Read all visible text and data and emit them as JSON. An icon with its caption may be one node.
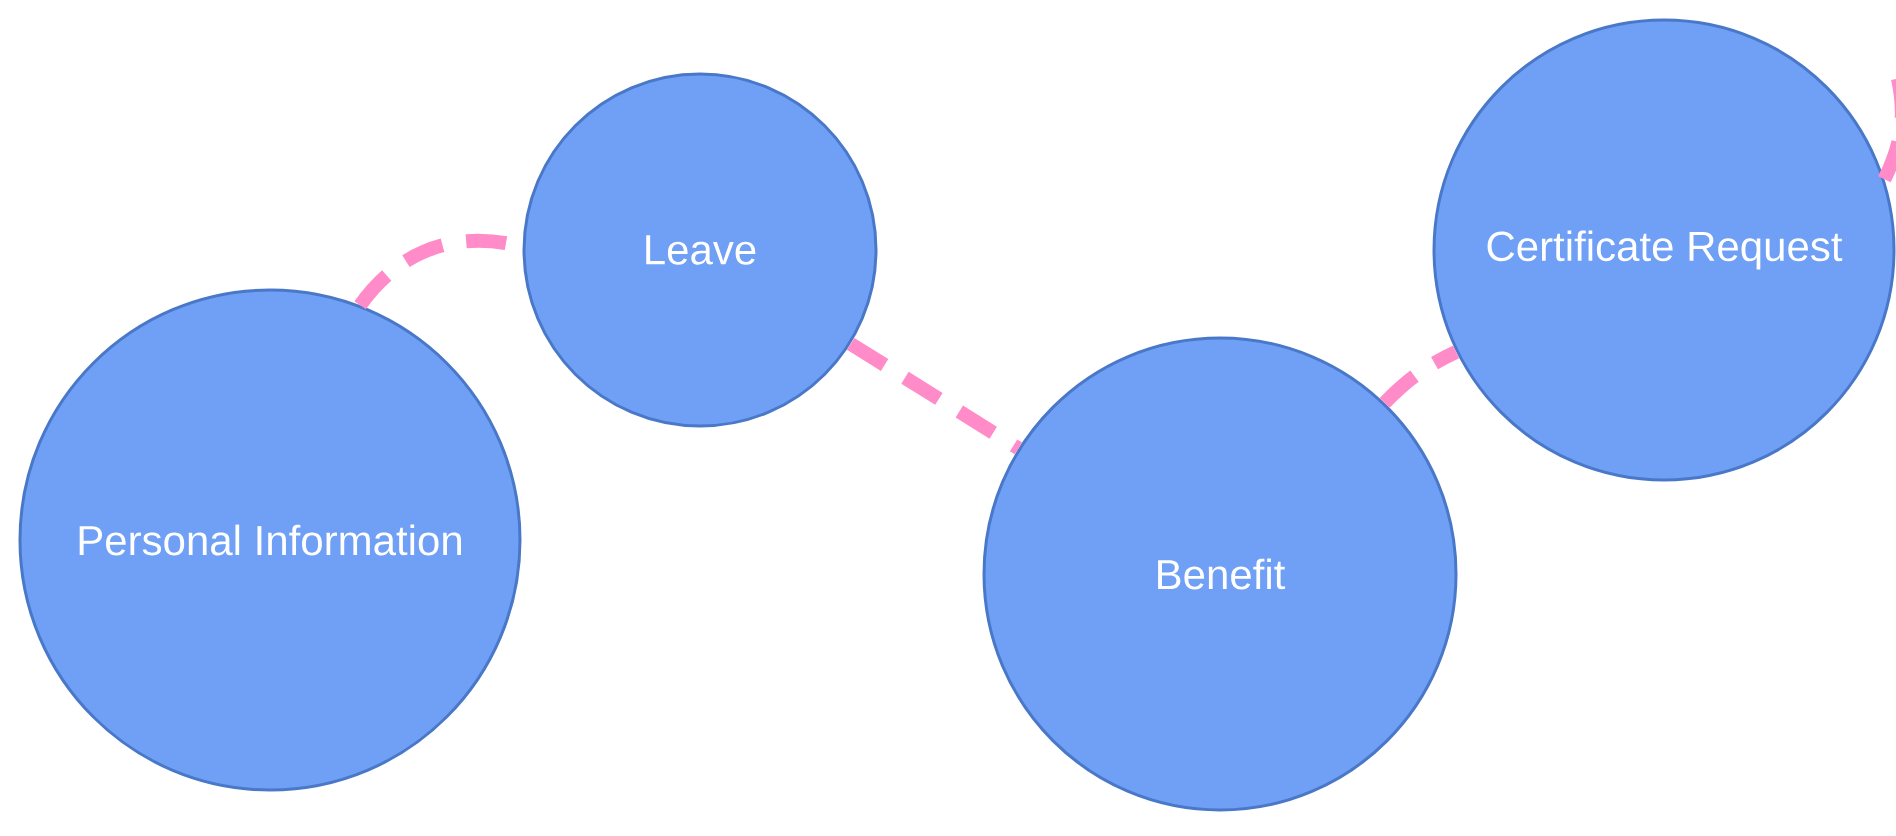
{
  "diagram": {
    "nodes": [
      {
        "text": [
          "Personal Information"
        ]
      },
      {
        "text": [
          "Leave"
        ]
      },
      {
        "text": [
          "Benefit"
        ]
      },
      {
        "text": [
          "Certificate Request"
        ]
      }
    ],
    "edges": [
      {
        "from": 0,
        "to": 1,
        "arrow": "none",
        "style": "dashed"
      },
      {
        "from": 1,
        "to": 2,
        "arrow": "none",
        "style": "dashed"
      },
      {
        "from": 2,
        "to": 3,
        "arrow": "none",
        "style": "dashed"
      },
      {
        "from": 3,
        "to": null,
        "arrow": "none",
        "style": "dashed"
      }
    ]
  }
}
